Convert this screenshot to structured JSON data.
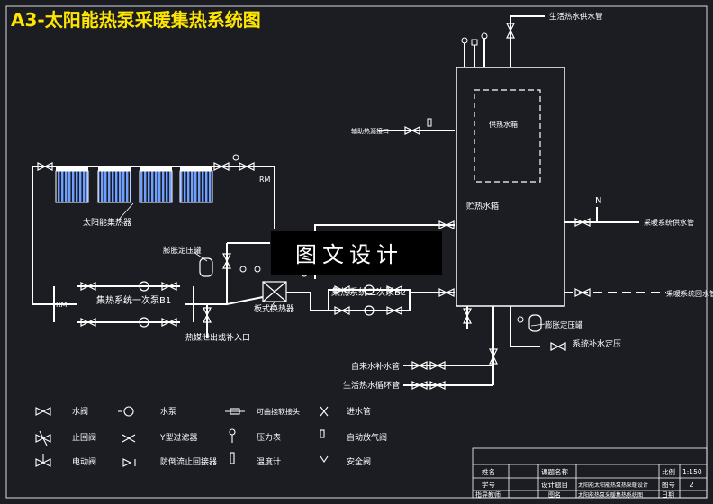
{
  "title": "A3-太阳能热泵采暖集热系统图",
  "watermark": "图文设计",
  "labels": {
    "domestic_hot_supply": "生活热水供水管",
    "aux_heat_source": "辅助热源接口",
    "tank_inner": "供热水箱",
    "tank_outer": "贮热水箱",
    "heating_supply": "采暖系统供水管",
    "heating_return": "采暖系统回水管",
    "collector": "太阳能集热器",
    "expansion_tank_1": "膨胀定压罐",
    "pump_b1": "集热系统一次泵B1",
    "pump_b2": "集热系统二次泵B2",
    "plate_hx": "板式换热器",
    "drain_inlet": "热媒泄出或补入口",
    "expansion_tank_2": "膨胀定压罐",
    "makeup_pressure": "系统补水定压",
    "cold_makeup": "自来水补水管",
    "domestic_circ": "生活热水循环管",
    "rm": "RM",
    "n_mark": "N"
  },
  "legend": [
    {
      "symbol": "gate-valve",
      "label": "水阀"
    },
    {
      "symbol": "pump",
      "label": "水泵"
    },
    {
      "symbol": "flex-joint",
      "label": "可曲挠软接头"
    },
    {
      "symbol": "water-inlet",
      "label": "进水管"
    },
    {
      "symbol": "check-valve",
      "label": "止回阀"
    },
    {
      "symbol": "y-strainer",
      "label": "Y型过滤器"
    },
    {
      "symbol": "pressure-gauge",
      "label": "压力表"
    },
    {
      "symbol": "auto-air-vent",
      "label": "自动放气阀"
    },
    {
      "symbol": "motor-valve",
      "label": "电动阀"
    },
    {
      "symbol": "backflow-preventer",
      "label": "防倒流止回接器"
    },
    {
      "symbol": "thermometer",
      "label": "温度计"
    },
    {
      "symbol": "safety-valve",
      "label": "安全阀"
    }
  ],
  "title_block": {
    "row1": [
      "姓名",
      "",
      "课题名称",
      "",
      "比例",
      "1:150"
    ],
    "row2": [
      "学号",
      "",
      "设计题目",
      "太阳能太阳能热泵热采暖设计",
      "图号",
      "2"
    ],
    "row3": [
      "指导教师",
      "",
      "图名",
      "太阳能热泵采暖集热系统图",
      "日期",
      ""
    ]
  }
}
